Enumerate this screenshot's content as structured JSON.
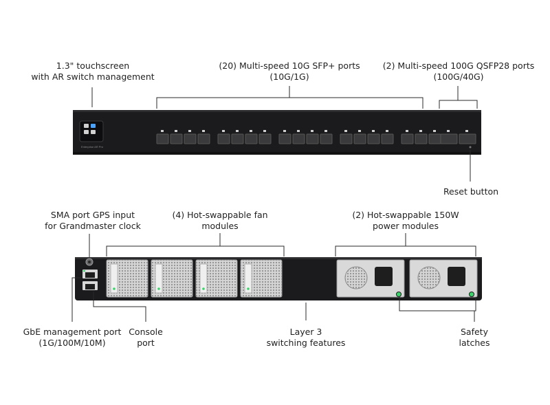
{
  "front": {
    "touchscreen": {
      "line1": "1.3\" touchscreen",
      "line2": "with AR switch management"
    },
    "sfp": {
      "line1": "(20) Multi-speed 10G SFP+ ports",
      "line2": "(10G/1G)"
    },
    "qsfp": {
      "line1": "(2) Multi-speed 100G QSFP28 ports",
      "line2": "(100G/40G)"
    },
    "reset": {
      "line1": "Reset button"
    },
    "brand_text": "Enterprise AR Pro",
    "sfp_port_count": 20,
    "qsfp_port_count": 2
  },
  "rear": {
    "sma": {
      "line1": "SMA port GPS input",
      "line2": "for Grandmaster clock"
    },
    "fans": {
      "line1": "(4) Hot-swappable fan",
      "line2": "modules"
    },
    "power": {
      "line1": "(2) Hot-swappable 150W",
      "line2": "power modules"
    },
    "gbe": {
      "line1": "GbE management port",
      "line2": "(1G/100M/10M)"
    },
    "console": {
      "line1": "Console",
      "line2": "port"
    },
    "layer3": {
      "line1": "Layer 3",
      "line2": "switching features"
    },
    "latches": {
      "line1": "Safety",
      "line2": "latches"
    },
    "fan_count": 4,
    "psu_count": 2
  },
  "colors": {
    "chassis": "#1b1b1d",
    "port": "#3a3a3c",
    "latch_led": "#3ad46a",
    "screen_accent": "#4aa3ff"
  }
}
